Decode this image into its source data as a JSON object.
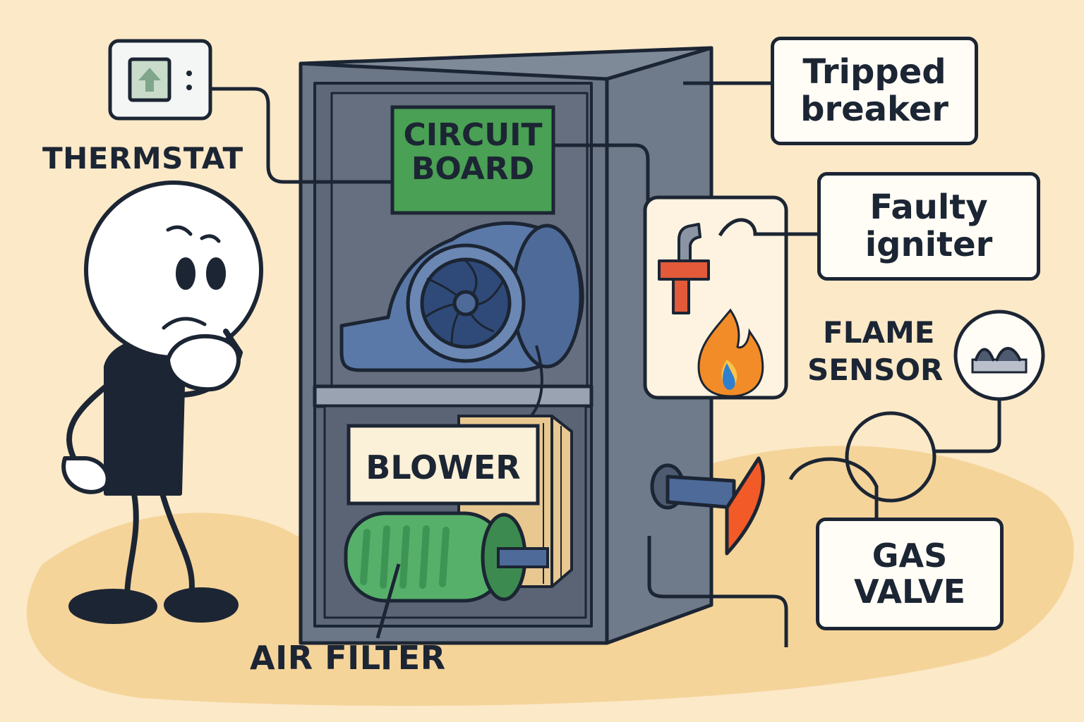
{
  "labels": {
    "thermostat": "THERMSTAT",
    "circuit_board_line1": "CIRCUIT",
    "circuit_board_line2": "BOARD",
    "blower": "BLOWER",
    "air_filter": "AIR FILTER",
    "tripped_breaker_line1": "Tripped",
    "tripped_breaker_line2": "breaker",
    "faulty_igniter_line1": "Faulty",
    "faulty_igniter_line2": "igniter",
    "flame_sensor_line1": "FLAME",
    "flame_sensor_line2": "SENSOR",
    "gas_valve_line1": "GAS",
    "gas_valve_line2": "VALVE"
  },
  "colors": {
    "background": "#fbe9c8",
    "ground": "#f5d49a",
    "outline": "#1c2533",
    "furnace_front": "#6b7686",
    "furnace_side": "#7f8a99",
    "circuit_board": "#4aa054",
    "blower": "#4d6a99",
    "filter_roll": "#57b06a",
    "flame": "#f28c28",
    "igniter": "#e25a3a"
  },
  "icons": [
    "thermostat-icon",
    "arrow-up-icon",
    "igniter-icon",
    "flame-icon",
    "flame-sensor-icon",
    "gas-pipe-icon",
    "blower-fan-icon"
  ]
}
